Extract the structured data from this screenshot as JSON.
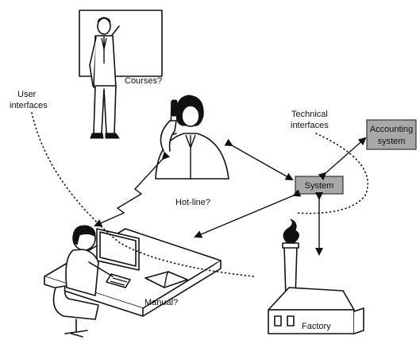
{
  "labels": {
    "courses": "Courses?",
    "user_interfaces_1": "User",
    "user_interfaces_2": "interfaces",
    "technical_interfaces_1": "Technical",
    "technical_interfaces_2": "interfaces",
    "hotline": "Hot-line?",
    "manual": "Manual?",
    "factory": "Factory"
  },
  "boxes": {
    "system": "System",
    "accounting_1": "Accounting",
    "accounting_2": "system"
  },
  "colors": {
    "box_fill": "#a8a8a8",
    "line": "#111111"
  }
}
